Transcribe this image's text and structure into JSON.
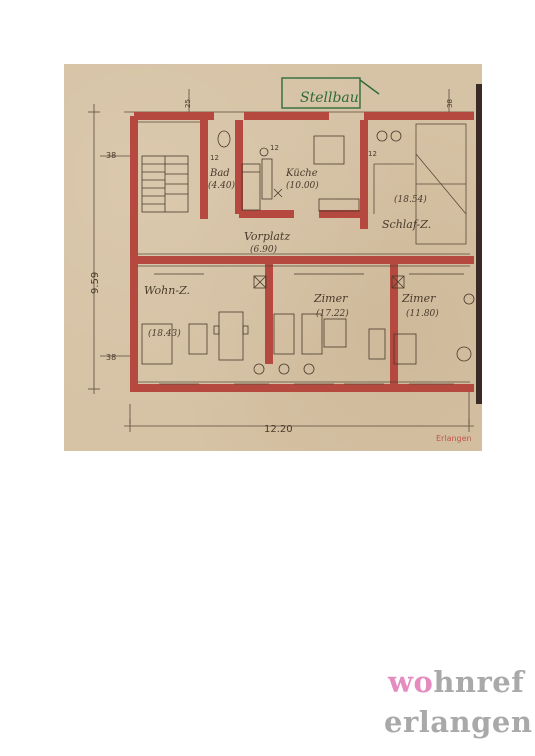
{
  "plan": {
    "stamp_text": "Erlangen",
    "signature": "Stellbau",
    "rooms": {
      "bad": {
        "name": "Bad",
        "area": "(4.40)"
      },
      "kueche": {
        "name": "Küche",
        "area": "(10.00)"
      },
      "schlaf": {
        "name": "Schlaf-Z.",
        "area": "(18.54)"
      },
      "vorplatz": {
        "name": "Vorplatz",
        "area": "(6.90)"
      },
      "wohn": {
        "name": "Wohn-Z.",
        "area": "(18.43)"
      },
      "zimmer1": {
        "name": "Zimer",
        "area": "(17.22)"
      },
      "zimmer2": {
        "name": "Zimer",
        "area": "(11.80)"
      }
    },
    "dimensions": {
      "width": "12.20",
      "height": "9.59",
      "top_left": "25",
      "top_right": "38",
      "left_top": "38",
      "left_bottom": "38",
      "bath_left": "12",
      "bath_right": "12",
      "kitchen_right": "12"
    }
  },
  "logo": {
    "line1_accent": "wo",
    "line1_rest": "hnref",
    "line2": "erlangen"
  },
  "colors": {
    "paper": "#d6c2a4",
    "wall": "#b5493f",
    "ink": "#4a3a2c",
    "logo_gray": "#a9a9a9",
    "logo_pink": "#e48bc0"
  }
}
